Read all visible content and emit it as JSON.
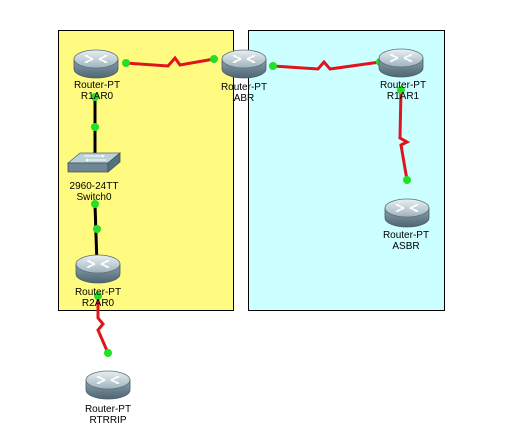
{
  "colors": {
    "zone_left": "#fffb80",
    "zone_right": "#ccffff",
    "serial_link": "#e0141c",
    "ethernet_link": "#000000",
    "link_status_up": "#22e022"
  },
  "devices": {
    "r1ar0": {
      "icon": "router-icon",
      "model": "Router-PT",
      "name": "R1AR0"
    },
    "abr": {
      "icon": "router-icon",
      "model": "Router-PT",
      "name": "ABR"
    },
    "r1ar1": {
      "icon": "router-icon",
      "model": "Router-PT",
      "name": "R1AR1"
    },
    "switch0": {
      "icon": "switch-icon",
      "model": "2960-24TT",
      "name": "Switch0"
    },
    "asbr": {
      "icon": "router-icon",
      "model": "Router-PT",
      "name": "ASBR"
    },
    "r2ar0": {
      "icon": "router-icon",
      "model": "Router-PT",
      "name": "R2AR0"
    },
    "rtrrip": {
      "icon": "router-icon",
      "model": "Router-PT",
      "name": "RTRRIP"
    }
  }
}
